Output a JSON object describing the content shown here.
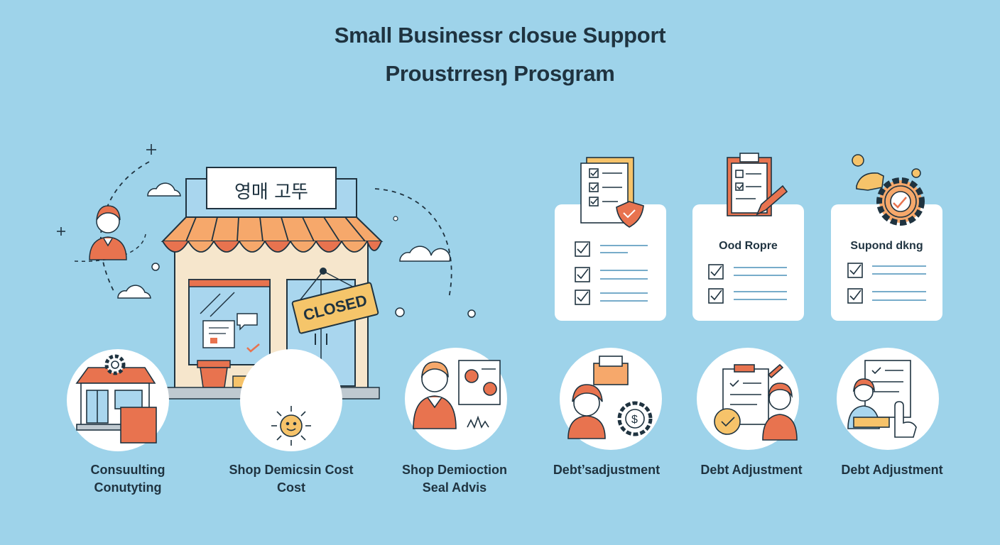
{
  "title": {
    "line1": "Small Businessr closue Support",
    "line2": "Proustrresŋ Prosgram"
  },
  "store": {
    "sign": "영매 고뚜",
    "closed_sign": "CLOSED"
  },
  "cards": [
    {
      "label": ""
    },
    {
      "label": "Ood Ropre"
    },
    {
      "label": "Supond dkng"
    }
  ],
  "services": [
    {
      "line1": "Consuulting",
      "line2": "Conutyting"
    },
    {
      "line1": "Shop Demicsin Cost",
      "line2": "Cost"
    },
    {
      "line1": "Shop Demioction",
      "line2": "Seal Advis"
    },
    {
      "line1": "Debt’sadjustment",
      "line2": ""
    },
    {
      "line1": "Debt Adjustment",
      "line2": ""
    },
    {
      "line1": "Debt Adjustment",
      "line2": ""
    }
  ],
  "colors": {
    "background": "#9ed3ea",
    "accent_orange": "#e8734f",
    "awning_light": "#f6a86b",
    "ink": "#1f3340",
    "closed_sign": "#f5c56a"
  }
}
